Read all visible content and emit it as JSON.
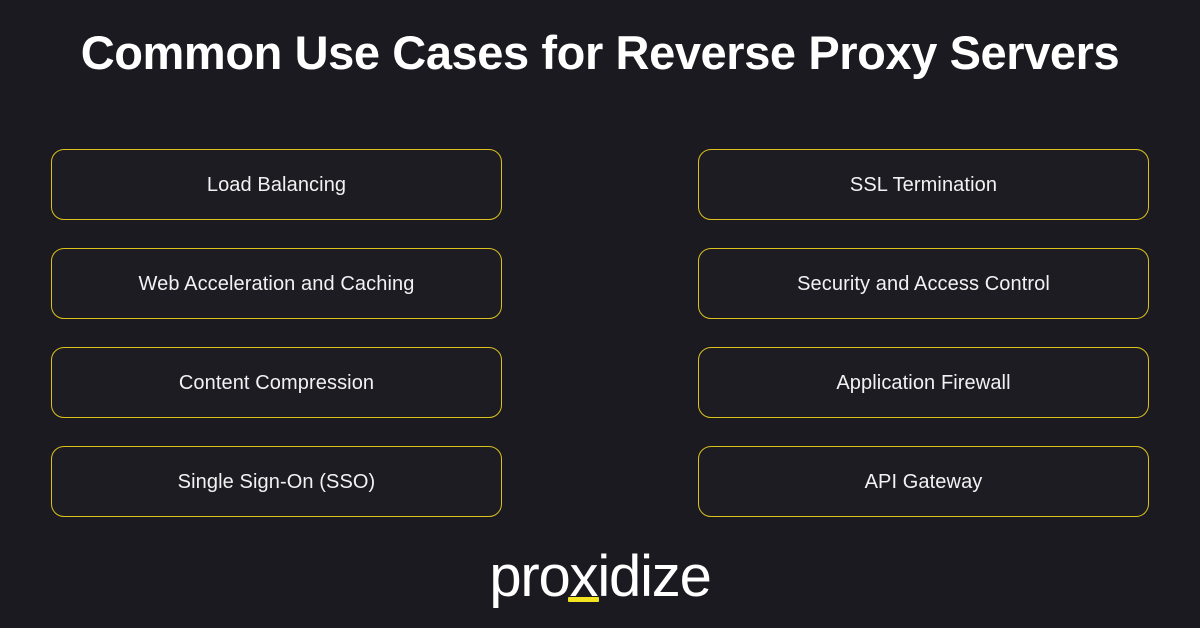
{
  "slide": {
    "background_color": "#1a1a20",
    "title": "Common Use Cases for Reverse Proxy Servers",
    "accent_color": "#dcc11d",
    "text_color": "#f2f2f4"
  },
  "use_cases": {
    "left_column": [
      {
        "label": "Load Balancing"
      },
      {
        "label": "Web Acceleration and Caching"
      },
      {
        "label": "Content Compression"
      },
      {
        "label": "Single Sign-On (SSO)"
      }
    ],
    "right_column": [
      {
        "label": "SSL Termination"
      },
      {
        "label": "Security and Access Control"
      },
      {
        "label": "Application Firewall"
      },
      {
        "label": "API Gateway"
      }
    ]
  },
  "brand": {
    "name": "proxidize",
    "underline_color": "#f2e421"
  }
}
